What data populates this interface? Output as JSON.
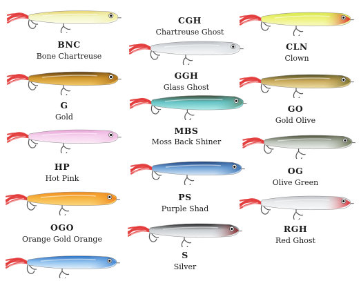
{
  "lures": [
    {
      "id": "bnc",
      "code": "BNC",
      "name": "Bone Chartreuse",
      "colors": {
        "back": "#e8d56a",
        "mid": "#f3f6c8",
        "belly": "#fdfbe8",
        "head": "#f3ec9a",
        "tail": "#e8e27a"
      }
    },
    {
      "id": "g",
      "code": "G",
      "name": "Gold",
      "colors": {
        "back": "#5a3a12",
        "mid": "#d0962c",
        "belly": "#f2c96a",
        "head": "#a86b1c",
        "tail": "#c08a2c"
      }
    },
    {
      "id": "hp",
      "code": "HP",
      "name": "Hot Pink",
      "colors": {
        "back": "#e7a2d6",
        "mid": "#f6d3ee",
        "belly": "#fbeaf6",
        "head": "#f0bde3",
        "tail": "#f0bde3"
      }
    },
    {
      "id": "ogo",
      "code": "OGO",
      "name": "Orange Gold Orange",
      "colors": {
        "back": "#f18c1e",
        "mid": "#f6b440",
        "belly": "#fbd780",
        "head": "#ef7a18",
        "tail": "#f39a2a"
      }
    },
    {
      "id": "cgh",
      "code": "CGH",
      "name": "Chartreuse Ghost",
      "colors": {
        "back": "#b7bcc2",
        "mid": "#e4e7ea",
        "belly": "#f6f7f8",
        "head": "#d9dde0",
        "tail": "#cfd4d8"
      }
    },
    {
      "id": "ggh",
      "code": "GGH",
      "name": "Glass Ghost",
      "colors": {
        "back": "#3f4c37",
        "mid": "#64c3c5",
        "belly": "#b3ece8",
        "head": "#5f8b6e",
        "tail": "#a2dcd9"
      }
    },
    {
      "id": "mbs",
      "code": "MBS",
      "name": "Moss Back Shiner",
      "colors": {
        "back": "#1c3f7a",
        "mid": "#6fa3d8",
        "belly": "#dbe8f5",
        "head": "#3c6fb0",
        "tail": "#a9c8e6"
      }
    },
    {
      "id": "ps",
      "code": "PS",
      "name": "Purple Shad",
      "colors": {
        "back": "#1a1a1a",
        "mid": "#c8ccd0",
        "belly": "#f3f4f5",
        "head": "#7a0f12",
        "tail": "#d5d8db"
      }
    },
    {
      "id": "s",
      "code": "S",
      "name": "Silver",
      "colors": {
        "back": "#2b6fc2",
        "mid": "#8fc1ee",
        "belly": "#e4f1fb",
        "head": "#3c7fcf",
        "tail": "#b5d6f2"
      }
    },
    {
      "id": "cln",
      "code": "CLN",
      "name": "Clown",
      "colors": {
        "back": "#d7e84a",
        "mid": "#eef27a",
        "belly": "#f8f9c8",
        "head": "#d4101a",
        "tail": "#e5ee70"
      }
    },
    {
      "id": "go",
      "code": "GO",
      "name": "Gold Olive",
      "colors": {
        "back": "#4f4d22",
        "mid": "#c8a85a",
        "belly": "#efe0a8",
        "head": "#6e6a2a",
        "tail": "#cdb36e"
      }
    },
    {
      "id": "og",
      "code": "OG",
      "name": "Olive Green",
      "colors": {
        "back": "#494f35",
        "mid": "#b8c0b6",
        "belly": "#eef1ee",
        "head": "#636a44",
        "tail": "#c9cfc8"
      }
    },
    {
      "id": "rgh",
      "code": "RGH",
      "name": "Red Ghost",
      "colors": {
        "back": "#c4c7cb",
        "mid": "#e9ebed",
        "belly": "#f8f9fa",
        "head": "#d4101a",
        "tail": "#d8dbde"
      }
    }
  ],
  "feather_color": "#e23a3a",
  "hook_color": "#555555"
}
